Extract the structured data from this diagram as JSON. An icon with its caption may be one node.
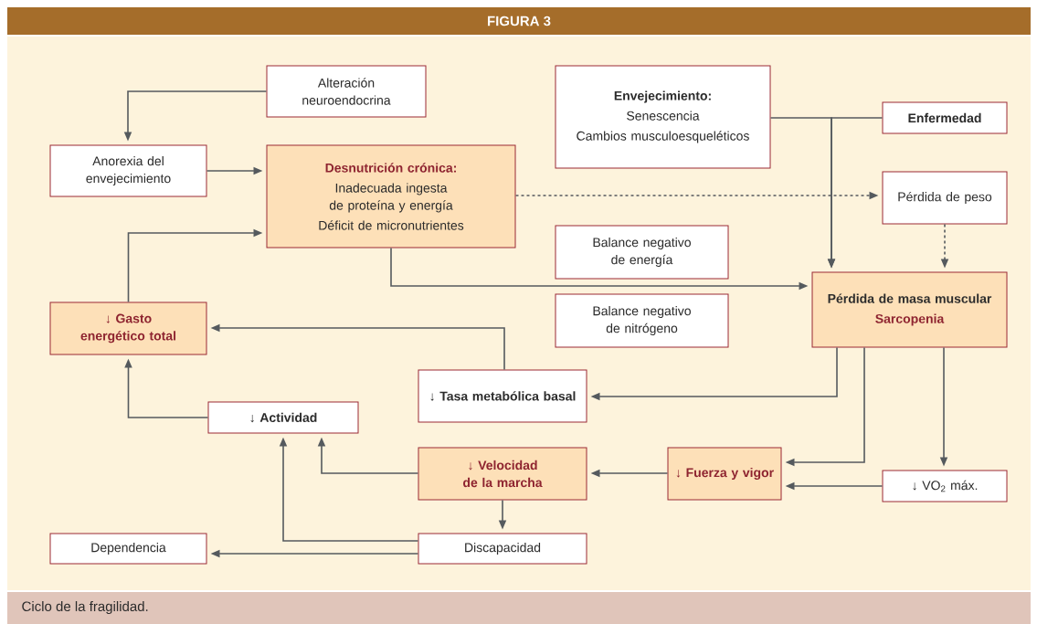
{
  "diagram": {
    "title": "FIGURA 3",
    "caption": "Ciclo de la fragilidad.",
    "nodes": [
      {
        "text": [
          "Alteración neuroendocrina"
        ]
      },
      {
        "text": [
          "Anorexia del envejecimiento"
        ]
      },
      {
        "text": [
          "Desnutrición crónica:",
          "Inadecuada ingesta de proteína y energía",
          "Déficit de micronutrientes"
        ]
      },
      {
        "text": [
          "Envejecimiento:",
          "Senescencia",
          "Cambios musculoesqueléticos"
        ]
      },
      {
        "text": [
          "Enfermedad"
        ]
      },
      {
        "text": [
          "Pérdida de peso"
        ]
      },
      {
        "text": [
          "Balance negativo de energía"
        ]
      },
      {
        "text": [
          "Balance negativo de nitrógeno"
        ]
      },
      {
        "text": [
          "Pérdida de masa muscular",
          "Sarcopenia"
        ]
      },
      {
        "text": [
          "↓ Gasto energético total"
        ]
      },
      {
        "text": [
          "↓ Tasa metabólica basal"
        ]
      },
      {
        "text": [
          "↓ Actividad"
        ]
      },
      {
        "text": [
          "↓ Velocidad de la marcha"
        ]
      },
      {
        "text": [
          "↓ Fuerza y vigor"
        ]
      },
      {
        "text": [
          "↓ VO$_{2}$ máx."
        ]
      },
      {
        "text": [
          "Dependencia"
        ]
      },
      {
        "text": [
          "Discapacidad"
        ]
      }
    ],
    "edges": [
      {
        "from": 0,
        "to": 1,
        "arrow": "to"
      },
      {
        "from": 1,
        "to": 2,
        "arrow": "to"
      },
      {
        "from": 9,
        "to": 2,
        "arrow": "to"
      },
      {
        "from": 2,
        "to": 5,
        "arrow": "to",
        "style": "dashed"
      },
      {
        "from": 2,
        "to": 8,
        "arrow": "to"
      },
      {
        "from": 3,
        "to": 8,
        "arrow": "to"
      },
      {
        "from": 4,
        "to": 8,
        "arrow": "to"
      },
      {
        "from": 5,
        "to": 8,
        "arrow": "to",
        "style": "dashed"
      },
      {
        "from": 8,
        "to": 10,
        "arrow": "to"
      },
      {
        "from": 8,
        "to": 13,
        "arrow": "to"
      },
      {
        "from": 8,
        "to": 14,
        "arrow": "to"
      },
      {
        "from": 14,
        "to": 13,
        "arrow": "to"
      },
      {
        "from": 13,
        "to": 12,
        "arrow": "to"
      },
      {
        "from": 12,
        "to": 11,
        "arrow": "to"
      },
      {
        "from": 12,
        "to": 16,
        "arrow": "to"
      },
      {
        "from": 16,
        "to": 11,
        "arrow": "to"
      },
      {
        "from": 16,
        "to": 15,
        "arrow": "to"
      },
      {
        "from": 11,
        "to": 9,
        "arrow": "to"
      },
      {
        "from": 10,
        "to": 9,
        "arrow": "to"
      }
    ]
  }
}
